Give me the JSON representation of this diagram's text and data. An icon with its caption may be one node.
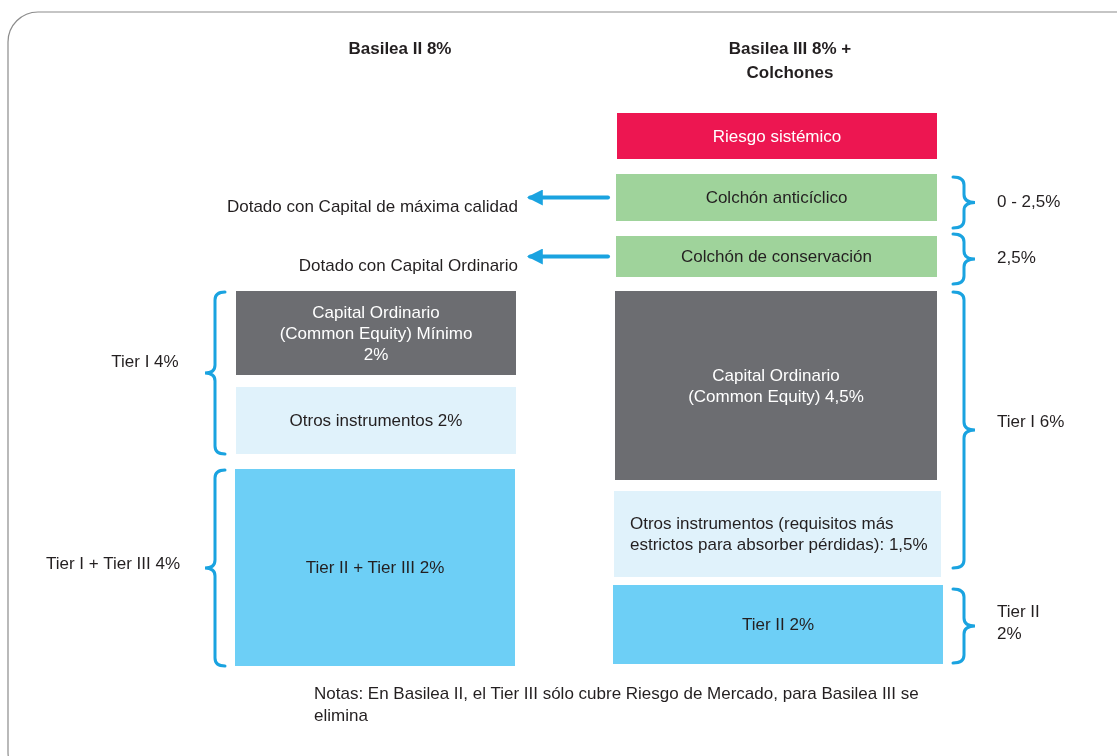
{
  "diagram": {
    "nodes": [
      {
        "text": [
          "Dotado con Capital de máxima calidad"
        ]
      },
      {
        "text": [
          "Dotado con Capital Ordinario"
        ]
      },
      {
        "text": [
          "Capital Ordinario (Common Equity) Mínimo 2%"
        ]
      },
      {
        "text": [
          "Otros instrumentos 2%"
        ]
      },
      {
        "text": [
          "Tier II + Tier III 2%"
        ]
      },
      {
        "text": [
          "Riesgo sistémico"
        ]
      },
      {
        "text": [
          "Colchón anticíclico"
        ]
      },
      {
        "text": [
          "Colchón de conservación"
        ]
      },
      {
        "text": [
          "Capital Ordinario (Common Equity) 4,5%"
        ]
      },
      {
        "text": [
          "Otros instrumentos (requisitos más estrictos para absorber pérdidas): 1,5%"
        ]
      },
      {
        "text": [
          "Tier II 2%"
        ]
      }
    ],
    "edges": [
      {
        "from": 6,
        "to": 0,
        "arrow": "to"
      },
      {
        "from": 7,
        "to": 1,
        "arrow": "to"
      }
    ],
    "labels": [
      "Basilea II 8%",
      "Basilea III 8% + Colchones",
      "0 - 2,5%",
      "2,5%",
      "Tier I 4%",
      "Tier I 6%",
      "Tier I + Tier III 4%",
      "Tier II 2%",
      "Notas: En Basilea II, el Tier III sólo cubre Riesgo de Mercado, para Basilea III se elimina"
    ]
  }
}
